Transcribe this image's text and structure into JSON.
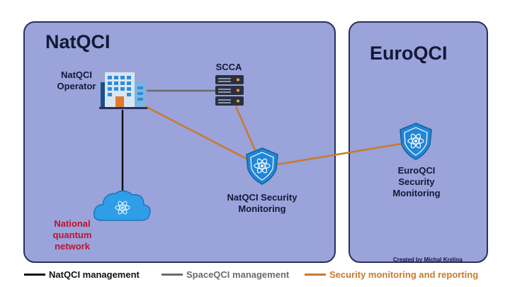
{
  "colors": {
    "region_fill": "#9aa3da",
    "region_border": "#2a2f5c",
    "natqci_management": "#111111",
    "spaceqci_management": "#6b6b6b",
    "security_monitoring": "#c87a2c",
    "network_label": "#c0122f",
    "shield": "#1f86d8",
    "cloud": "#2f9ee8"
  },
  "regions": {
    "natqci": {
      "title": "NatQCI"
    },
    "euroqci": {
      "title": "EuroQCI"
    }
  },
  "nodes": {
    "operator": {
      "label": "NatQCI Operator",
      "icon": "office-building-icon"
    },
    "scca": {
      "label": "SCCA",
      "icon": "server-rack-icon"
    },
    "natqci_monitoring": {
      "label": "NatQCI Security Monitoring",
      "icon": "atom-shield-icon"
    },
    "euroqci_monitoring": {
      "label": "EuroQCI Security Monitoring",
      "icon": "atom-shield-icon"
    },
    "network": {
      "label": "National quantum network",
      "icon": "atom-cloud-icon"
    }
  },
  "edges": [
    {
      "from": "operator",
      "to": "scca",
      "type": "spaceqci_management"
    },
    {
      "from": "operator",
      "to": "network",
      "type": "natqci_management"
    },
    {
      "from": "operator",
      "to": "natqci_monitoring",
      "type": "security_monitoring"
    },
    {
      "from": "scca",
      "to": "natqci_monitoring",
      "type": "security_monitoring"
    },
    {
      "from": "natqci_monitoring",
      "to": "euroqci_monitoring",
      "type": "security_monitoring"
    }
  ],
  "legend": [
    {
      "label": "NatQCI management",
      "color": "#111111"
    },
    {
      "label": "SpaceQCI management",
      "color": "#6b6b6b"
    },
    {
      "label": "Security monitoring and reporting",
      "color": "#c87a2c"
    }
  ],
  "credit": "Created by Michal Krelina"
}
